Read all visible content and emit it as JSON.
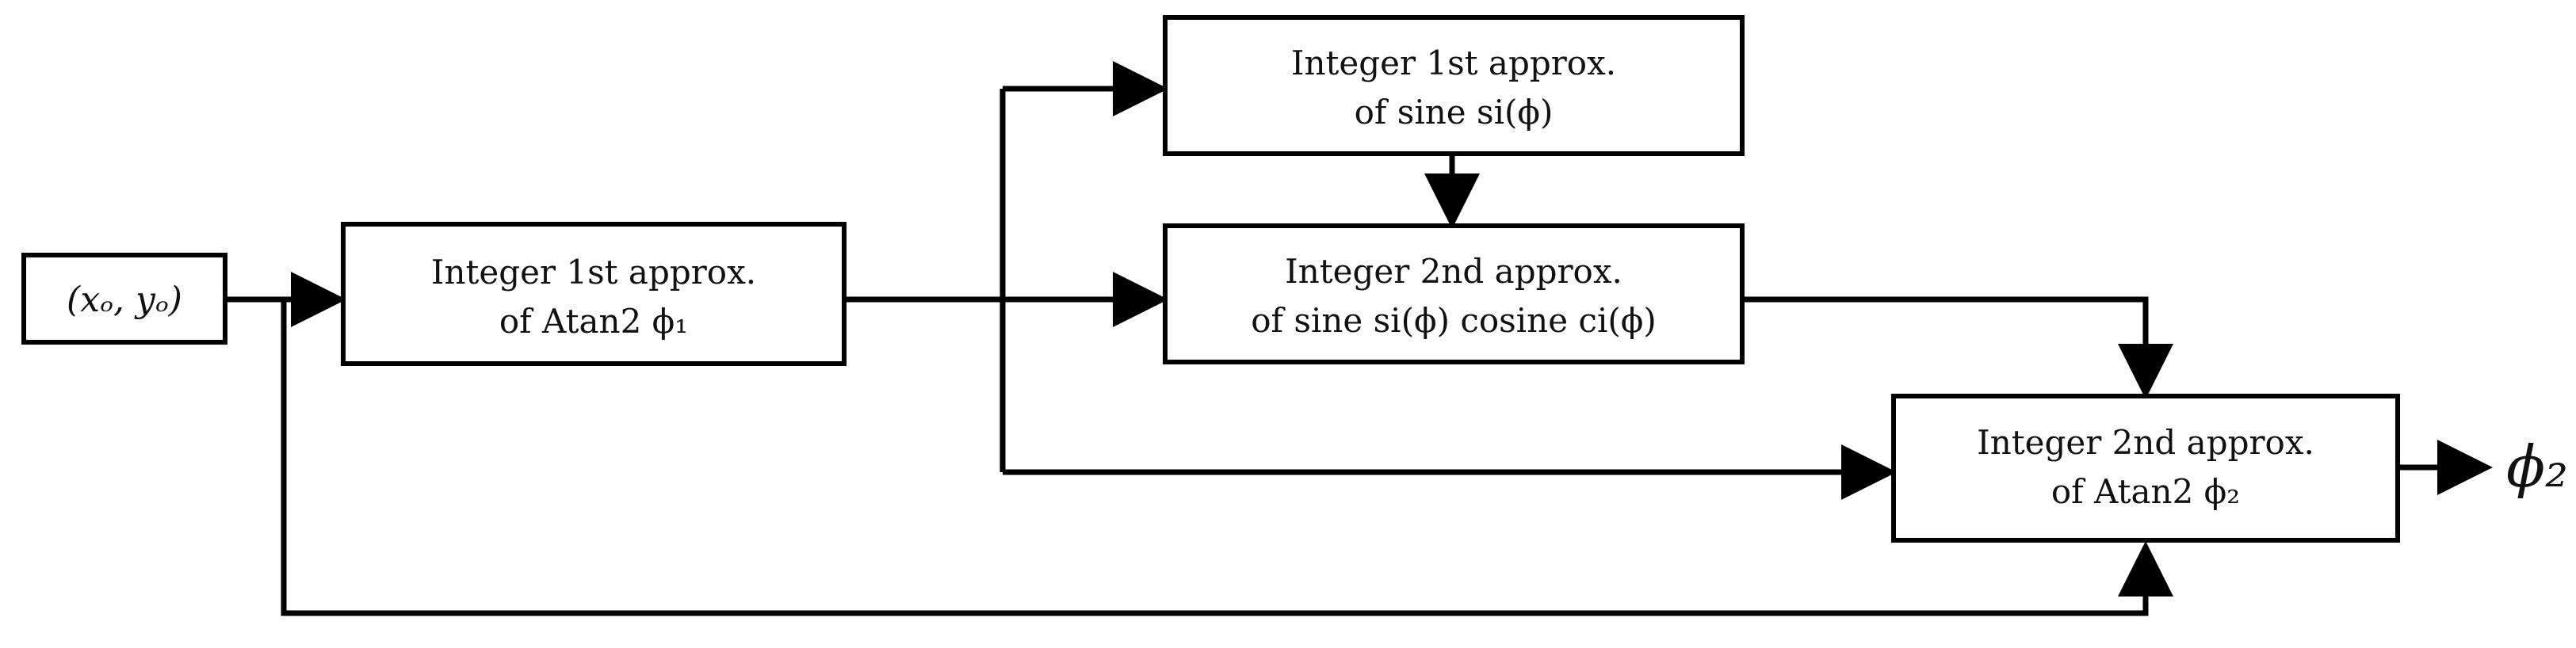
{
  "diagram": {
    "input": {
      "label": "(xₒ, yₒ)"
    },
    "atan2_first": {
      "line1": "Integer 1st approx.",
      "line2": "of Atan2 ϕ₁"
    },
    "sine_first": {
      "line1": "Integer 1st approx.",
      "line2": "of sine si(ϕ)"
    },
    "sine_cosine_second": {
      "line1": "Integer 2nd approx.",
      "line2": "of sine si(ϕ) cosine ci(ϕ)"
    },
    "atan2_second": {
      "line1": "Integer 2nd approx.",
      "line2": "of Atan2 ϕ₂"
    },
    "output": {
      "label": "ϕ₂"
    }
  },
  "colors": {
    "stroke": "#000000",
    "background": "#ffffff",
    "text": "#111111"
  }
}
